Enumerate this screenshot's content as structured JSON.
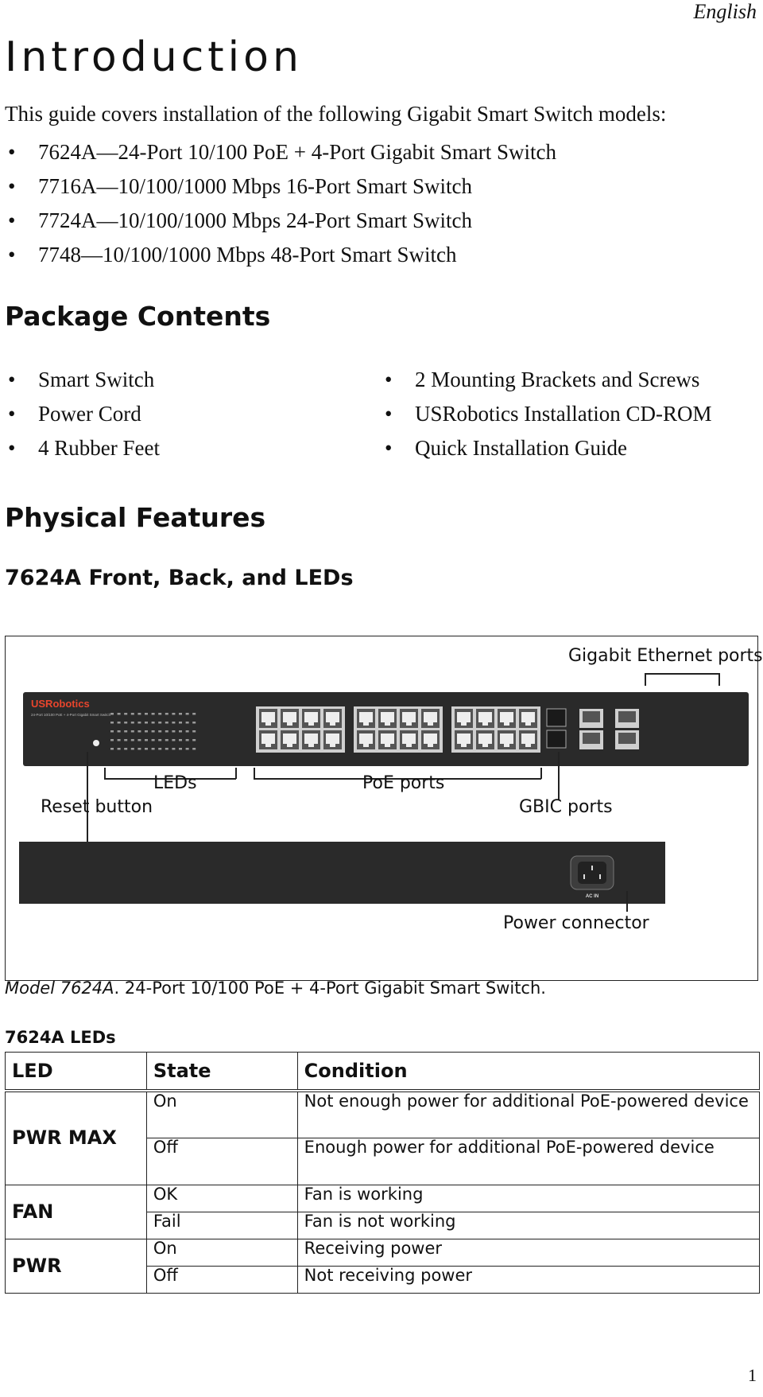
{
  "header": {
    "language": "English"
  },
  "title": "Introduction",
  "intro": {
    "text": "This guide covers installation of the following Gigabit Smart Switch models:",
    "models": [
      "7624A—24-Port 10/100 PoE + 4-Port Gigabit Smart Switch",
      "7716A—10/100/1000 Mbps 16-Port Smart Switch",
      "7724A—10/100/1000 Mbps 24-Port Smart Switch",
      "7748—10/100/1000 Mbps 48-Port Smart Switch"
    ]
  },
  "package": {
    "heading": "Package Contents",
    "left": [
      "Smart Switch",
      "Power Cord",
      "4 Rubber Feet"
    ],
    "right": [
      "2 Mounting Brackets and Screws",
      "USRobotics Installation CD-ROM",
      "Quick Installation Guide"
    ]
  },
  "physical": {
    "heading": "Physical Features",
    "subheading": "7624A Front, Back, and LEDs"
  },
  "figure": {
    "brand": "USRobotics",
    "callouts": {
      "gigabit": "Gigabit Ethernet ports",
      "leds": "LEDs",
      "poe": "PoE ports",
      "reset": "Reset button",
      "gbic": "GBIC ports",
      "power": "Power connector"
    },
    "ac_in": "AC IN"
  },
  "caption": {
    "model": "Model 7624A",
    "text": ". 24-Port 10/100 PoE + 4-Port Gigabit Smart Switch."
  },
  "led_table": {
    "heading": "7624A LEDs",
    "headers": {
      "led": "LED",
      "state": "State",
      "condition": "Condition"
    },
    "groups": [
      {
        "led": "PWR MAX",
        "rows": [
          {
            "state": "On",
            "condition": "Not enough power for additional PoE-powered device"
          },
          {
            "state": "Off",
            "condition": "Enough power for additional PoE-powered device"
          }
        ]
      },
      {
        "led": "FAN",
        "rows": [
          {
            "state": "OK",
            "condition": "Fan is working"
          },
          {
            "state": "Fail",
            "condition": "Fan is not working"
          }
        ]
      },
      {
        "led": "PWR",
        "rows": [
          {
            "state": "On",
            "condition": "Receiving power"
          },
          {
            "state": "Off",
            "condition": "Not receiving power"
          }
        ]
      }
    ]
  },
  "page_number": "1"
}
